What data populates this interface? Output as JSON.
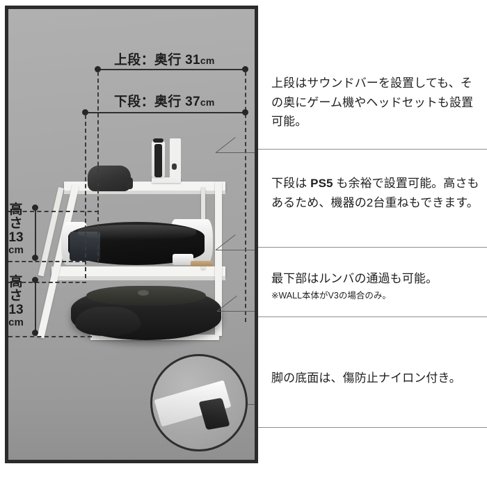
{
  "photo": {
    "alt_name": "tv-stand-shelf-photo",
    "background_color": "#a6a6a6",
    "frame_color": "#2b2b2b",
    "dimensions": {
      "upper_depth": {
        "label": "上段：奥行 31",
        "unit": "cm",
        "value": 31,
        "name": "upper-shelf-depth"
      },
      "lower_depth": {
        "label": "下段：奥行 37",
        "unit": "cm",
        "value": 37,
        "name": "lower-shelf-depth"
      },
      "upper_height": {
        "title": "高さ",
        "value": "13",
        "unit": "cm",
        "name": "upper-clearance-height"
      },
      "lower_height": {
        "title": "高さ",
        "value": "13",
        "unit": "cm",
        "name": "lower-clearance-height"
      }
    },
    "objects": {
      "headset": "gaming-headset",
      "controller_stand": "controller-charging-stand",
      "console": "ps5-console",
      "vacuum": "robot-vacuum",
      "inset": "leg-bottom-closeup"
    }
  },
  "annotations": [
    {
      "id": "note-upper-shelf",
      "text": "上段はサウンドバーを設置しても、その奥にゲーム機やヘッドセットも設置可能。",
      "sub": ""
    },
    {
      "id": "note-lower-shelf",
      "text_pre": "下段は ",
      "text_bold": "PS5",
      "text_post": " も余裕で設置可能。高さもあるため、機器の2台重ねもできます。",
      "sub": ""
    },
    {
      "id": "note-bottom-clearance",
      "text": "最下部はルンバの通過も可能。",
      "sub": "※WALL本体がV3の場合のみ。"
    },
    {
      "id": "note-leg-nylon",
      "text": "脚の底面は、傷防止ナイロン付き。",
      "sub": ""
    }
  ]
}
